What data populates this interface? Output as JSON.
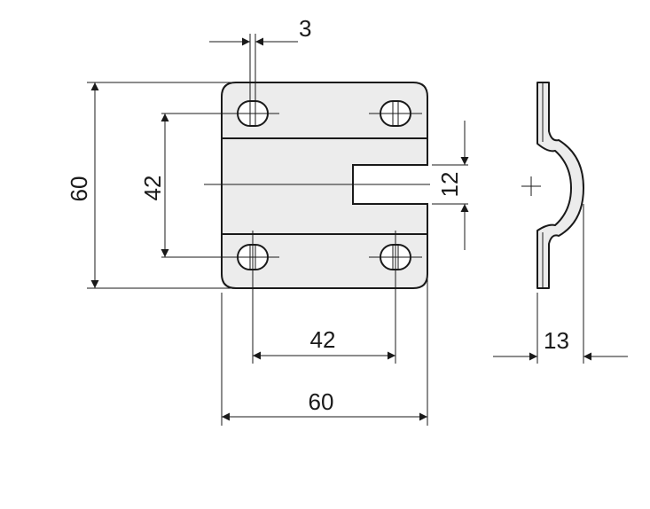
{
  "dimensions": {
    "slot_width": "3",
    "plate_height": "60",
    "hole_spacing_vertical": "42",
    "slot_height": "12",
    "hole_spacing_horizontal": "42",
    "plate_width": "60",
    "profile_depth": "13"
  },
  "colors": {
    "line": "#1a1a1a",
    "plate_fill": "#ececec",
    "hole_fill": "#ffffff"
  }
}
